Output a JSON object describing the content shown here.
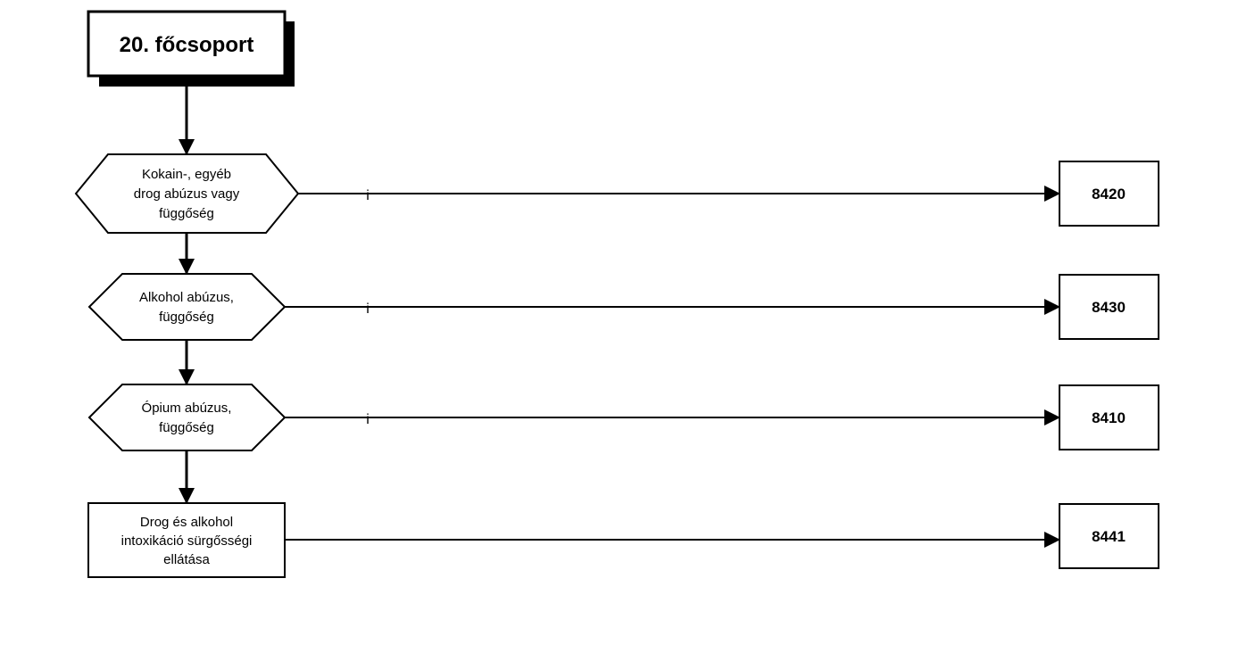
{
  "title": "20. főcsoport",
  "decisions": [
    {
      "lines": [
        "Kokain-, egyéb",
        "drog abúzus vagy",
        "függőség"
      ],
      "yes_label": "i",
      "code": "8420"
    },
    {
      "lines": [
        "Alkohol abúzus,",
        "függőség"
      ],
      "yes_label": "i",
      "code": "8430"
    },
    {
      "lines": [
        "Ópium abúzus,",
        "függőség"
      ],
      "yes_label": "i",
      "code": "8410"
    }
  ],
  "final_process": {
    "lines": [
      "Drog és alkohol",
      "intoxikáció sürgősségi",
      "ellátása"
    ],
    "code": "8441"
  },
  "colors": {
    "stroke": "#000000",
    "fill": "#ffffff",
    "shadow": "#000000"
  }
}
